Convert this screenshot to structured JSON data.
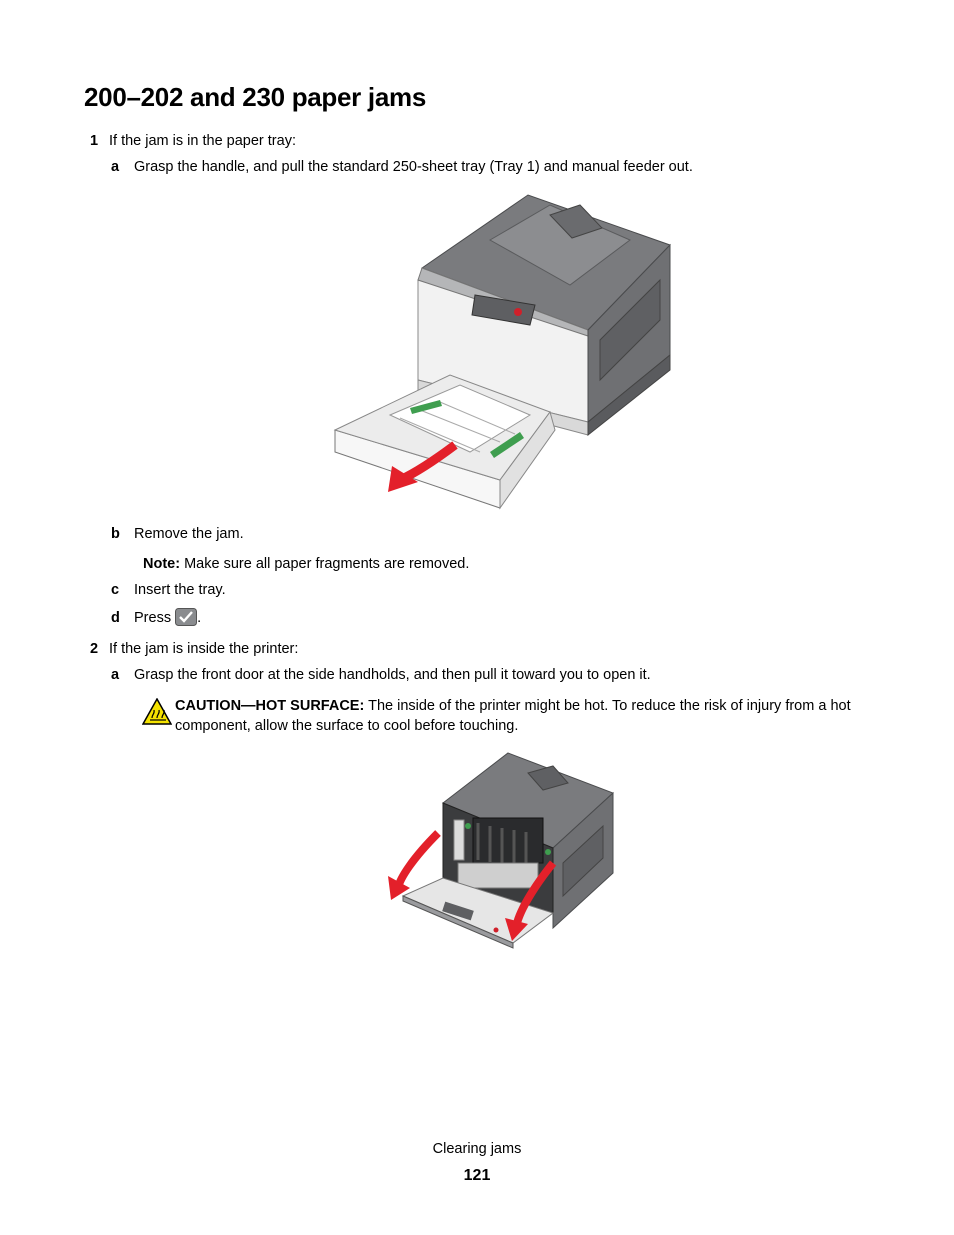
{
  "page": {
    "title": "200–202 and 230 paper jams",
    "footer_label": "Clearing jams",
    "page_number": "121"
  },
  "steps": [
    {
      "number": "1",
      "text": "If the jam is in the paper tray:",
      "substeps": [
        {
          "letter": "a",
          "text": "Grasp the handle, and pull the standard 250-sheet tray (Tray 1) and manual feeder out."
        },
        {
          "letter": "b",
          "text": "Remove the jam."
        },
        {
          "letter": "c",
          "text": "Insert the tray."
        },
        {
          "letter": "d",
          "text": "Press"
        }
      ],
      "note": {
        "label": "Note:",
        "text": "Make sure all paper fragments are removed."
      }
    },
    {
      "number": "2",
      "text": "If the jam is inside the printer:",
      "substeps": [
        {
          "letter": "a",
          "text": "Grasp the front door at the side handholds, and then pull it toward you to open it."
        }
      ],
      "caution": {
        "label": "CAUTION—HOT SURFACE:",
        "text": "The inside of the printer might be hot. To reduce the risk of injury from a hot component, allow the surface to cool before touching."
      }
    }
  ],
  "icons": {
    "checkmark": "checkmark-button-icon",
    "caution": "hot-surface-warning-icon"
  },
  "colors": {
    "arrow_red": "#e3202a",
    "printer_gray": "#6f7073",
    "caution_yellow": "#f4e200"
  }
}
